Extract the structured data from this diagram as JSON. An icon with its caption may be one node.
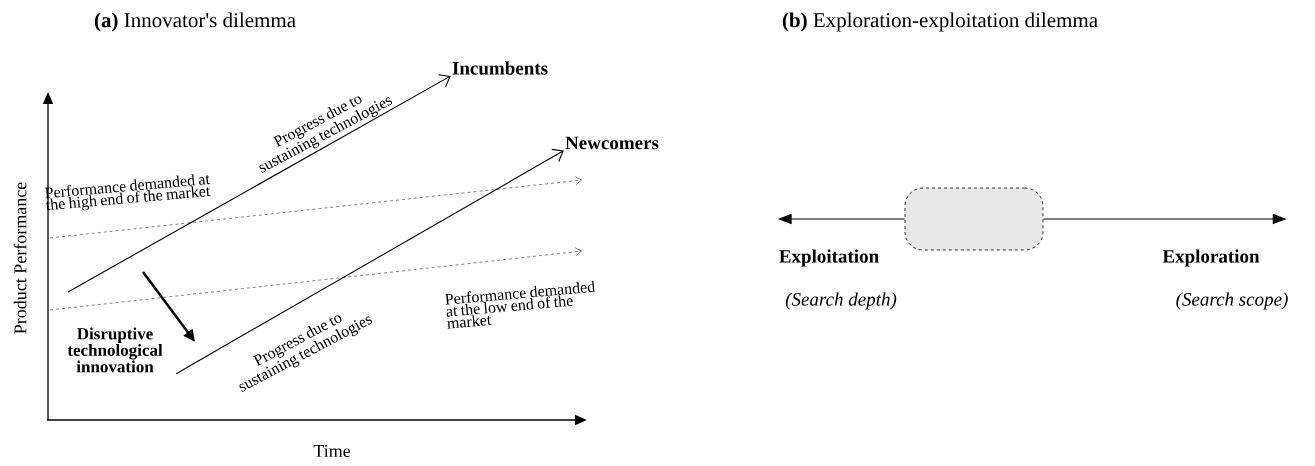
{
  "diagram": {
    "nodes": [
      {
        "text": [
          "Incumbents"
        ]
      },
      {
        "text": [
          "Newcomers"
        ]
      },
      {
        "text": [
          "Disruptive technological innovation"
        ]
      },
      {
        "text": [],
        "shape": "box"
      },
      {
        "text": [
          "Exploitation"
        ],
        "beside": [
          "(Search depth)"
        ]
      },
      {
        "text": [
          "Exploration"
        ],
        "beside": [
          "(Search scope)"
        ]
      }
    ],
    "edges": [
      {
        "from": null,
        "to": 0,
        "arrow": "to",
        "label": "Progress due to sustaining technologies"
      },
      {
        "from": 2,
        "to": 1,
        "arrow": "to",
        "label": "Progress due to sustaining technologies"
      },
      {
        "from": 3,
        "to": 4,
        "arrow": "to"
      },
      {
        "from": 3,
        "to": 5,
        "arrow": "to"
      }
    ],
    "labels": [
      "**(a)** Innovator's dilemma",
      "**(b)** Exploration-exploitation dilemma",
      "Product Performance",
      "Time",
      "Performance demanded at the high end of the market",
      "Performance demanded at the low end of the market"
    ]
  }
}
